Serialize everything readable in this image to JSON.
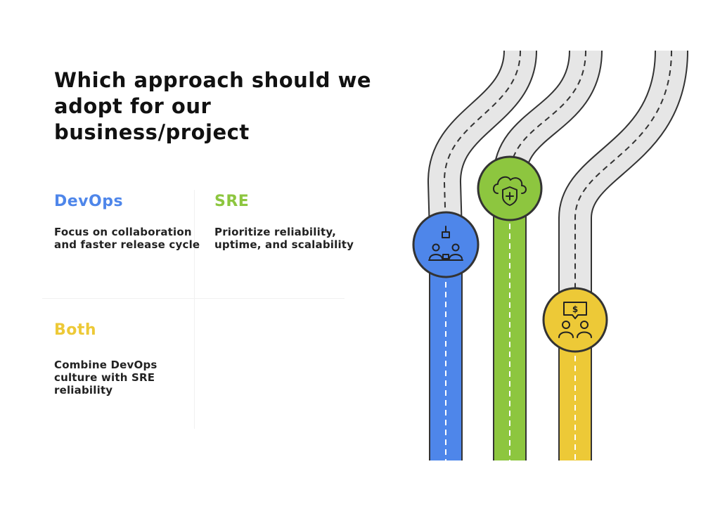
{
  "title": "Which approach should we adopt for our business/project",
  "colors": {
    "devops": "#4e86ea",
    "sre": "#8dc63f",
    "both": "#edc937",
    "road": "#e6e6e6",
    "outline": "#333333"
  },
  "options": [
    {
      "key": "devops",
      "title": "DevOps",
      "description": "Focus on collaboration and faster release cycle",
      "icon": "team-collaboration-icon"
    },
    {
      "key": "sre",
      "title": "SRE",
      "description": "Prioritize reliability, uptime, and scalability",
      "icon": "cloud-shield-icon"
    },
    {
      "key": "both",
      "title": "Both",
      "description": "Combine DevOps culture with SRE reliability",
      "icon": "people-cost-icon"
    }
  ]
}
